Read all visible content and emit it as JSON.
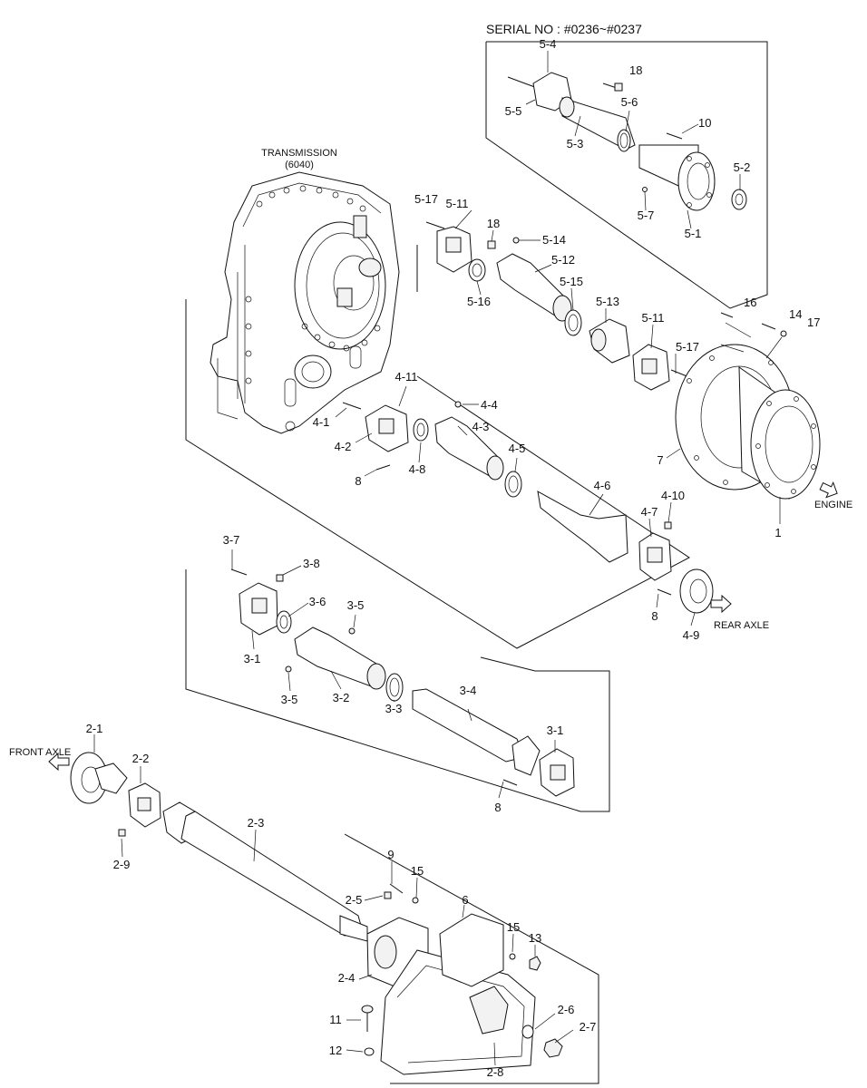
{
  "serial": "SERIAL NO : #0236~#0237",
  "transmission": {
    "line1": "TRANSMISSION",
    "line2": "(6040)"
  },
  "directions": {
    "engine": "ENGINE",
    "rear_axle": "REAR AXLE",
    "front_axle": "FRONT AXLE"
  },
  "callouts": {
    "c_5_4": "5-4",
    "c_18a": "18",
    "c_5_5": "5-5",
    "c_5_6": "5-6",
    "c_10": "10",
    "c_5_3": "5-3",
    "c_5_2": "5-2",
    "c_5_7": "5-7",
    "c_5_1": "5-1",
    "c_5_17a": "5-17",
    "c_5_11a": "5-11",
    "c_18b": "18",
    "c_5_14": "5-14",
    "c_5_12": "5-12",
    "c_5_15": "5-15",
    "c_5_16": "5-16",
    "c_5_13": "5-13",
    "c_5_11b": "5-11",
    "c_5_17b": "5-17",
    "c_16": "16",
    "c_14": "14",
    "c_17": "17",
    "c_4_11": "4-11",
    "c_4_4": "4-4",
    "c_4_1": "4-1",
    "c_4_3": "4-3",
    "c_4_2": "4-2",
    "c_4_5": "4-5",
    "c_4_8": "4-8",
    "c_8a": "8",
    "c_7": "7",
    "c_4_6": "4-6",
    "c_4_10": "4-10",
    "c_4_7": "4-7",
    "c_1": "1",
    "c_8b": "8",
    "c_4_9": "4-9",
    "c_3_7": "3-7",
    "c_3_8": "3-8",
    "c_3_6": "3-6",
    "c_3_5a": "3-5",
    "c_3_1a": "3-1",
    "c_3_5b": "3-5",
    "c_3_2": "3-2",
    "c_3_3": "3-3",
    "c_3_4": "3-4",
    "c_3_1b": "3-1",
    "c_8c": "8",
    "c_2_1": "2-1",
    "c_2_2": "2-2",
    "c_2_9": "2-9",
    "c_2_3": "2-3",
    "c_9": "9",
    "c_15a": "15",
    "c_2_5": "2-5",
    "c_6": "6",
    "c_15b": "15",
    "c_13": "13",
    "c_2_4": "2-4",
    "c_11": "11",
    "c_2_6": "2-6",
    "c_2_7": "2-7",
    "c_12": "12",
    "c_2_8": "2-8"
  }
}
